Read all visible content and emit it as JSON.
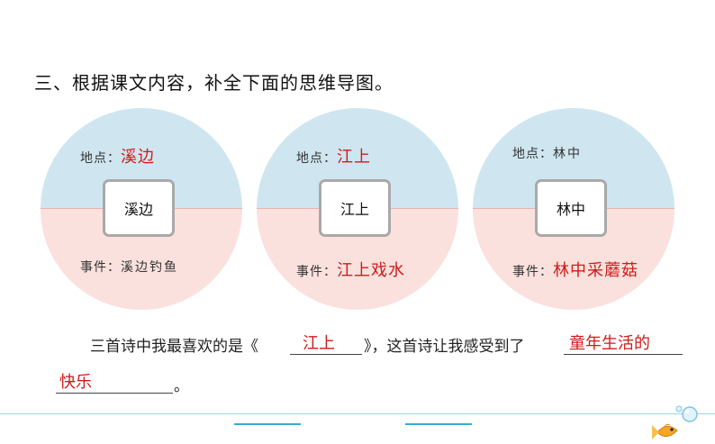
{
  "heading": "三、根据课文内容，补全下面的思维导图。",
  "circles": [
    {
      "center": "溪边",
      "place_label": "地点：",
      "place_value": "溪边",
      "event_label": "事件：",
      "event_value": "溪边钓鱼"
    },
    {
      "center": "江上",
      "place_label": "地点：",
      "place_value": "江上",
      "event_label": "事件：",
      "event_value": "江上戏水"
    },
    {
      "center": "林中",
      "place_label": "地点：",
      "place_value": "林中",
      "event_label": "事件：",
      "event_value": "林中采蘑菇"
    }
  ],
  "sentence": {
    "part1": "三首诗中我最喜欢的是《",
    "answer1": "江上",
    "part2": "》，这首诗让我感受到了",
    "answer2a": "童年生活的",
    "answer2b": "快乐",
    "end": "。"
  },
  "colors": {
    "answer_red": "#d11a1a",
    "circle_top": "#cfe6f0",
    "circle_bottom": "#fbe1dd",
    "footer_blue": "#3aa9d6"
  },
  "icons": [
    "goldfish-icon",
    "bubble-icon"
  ]
}
